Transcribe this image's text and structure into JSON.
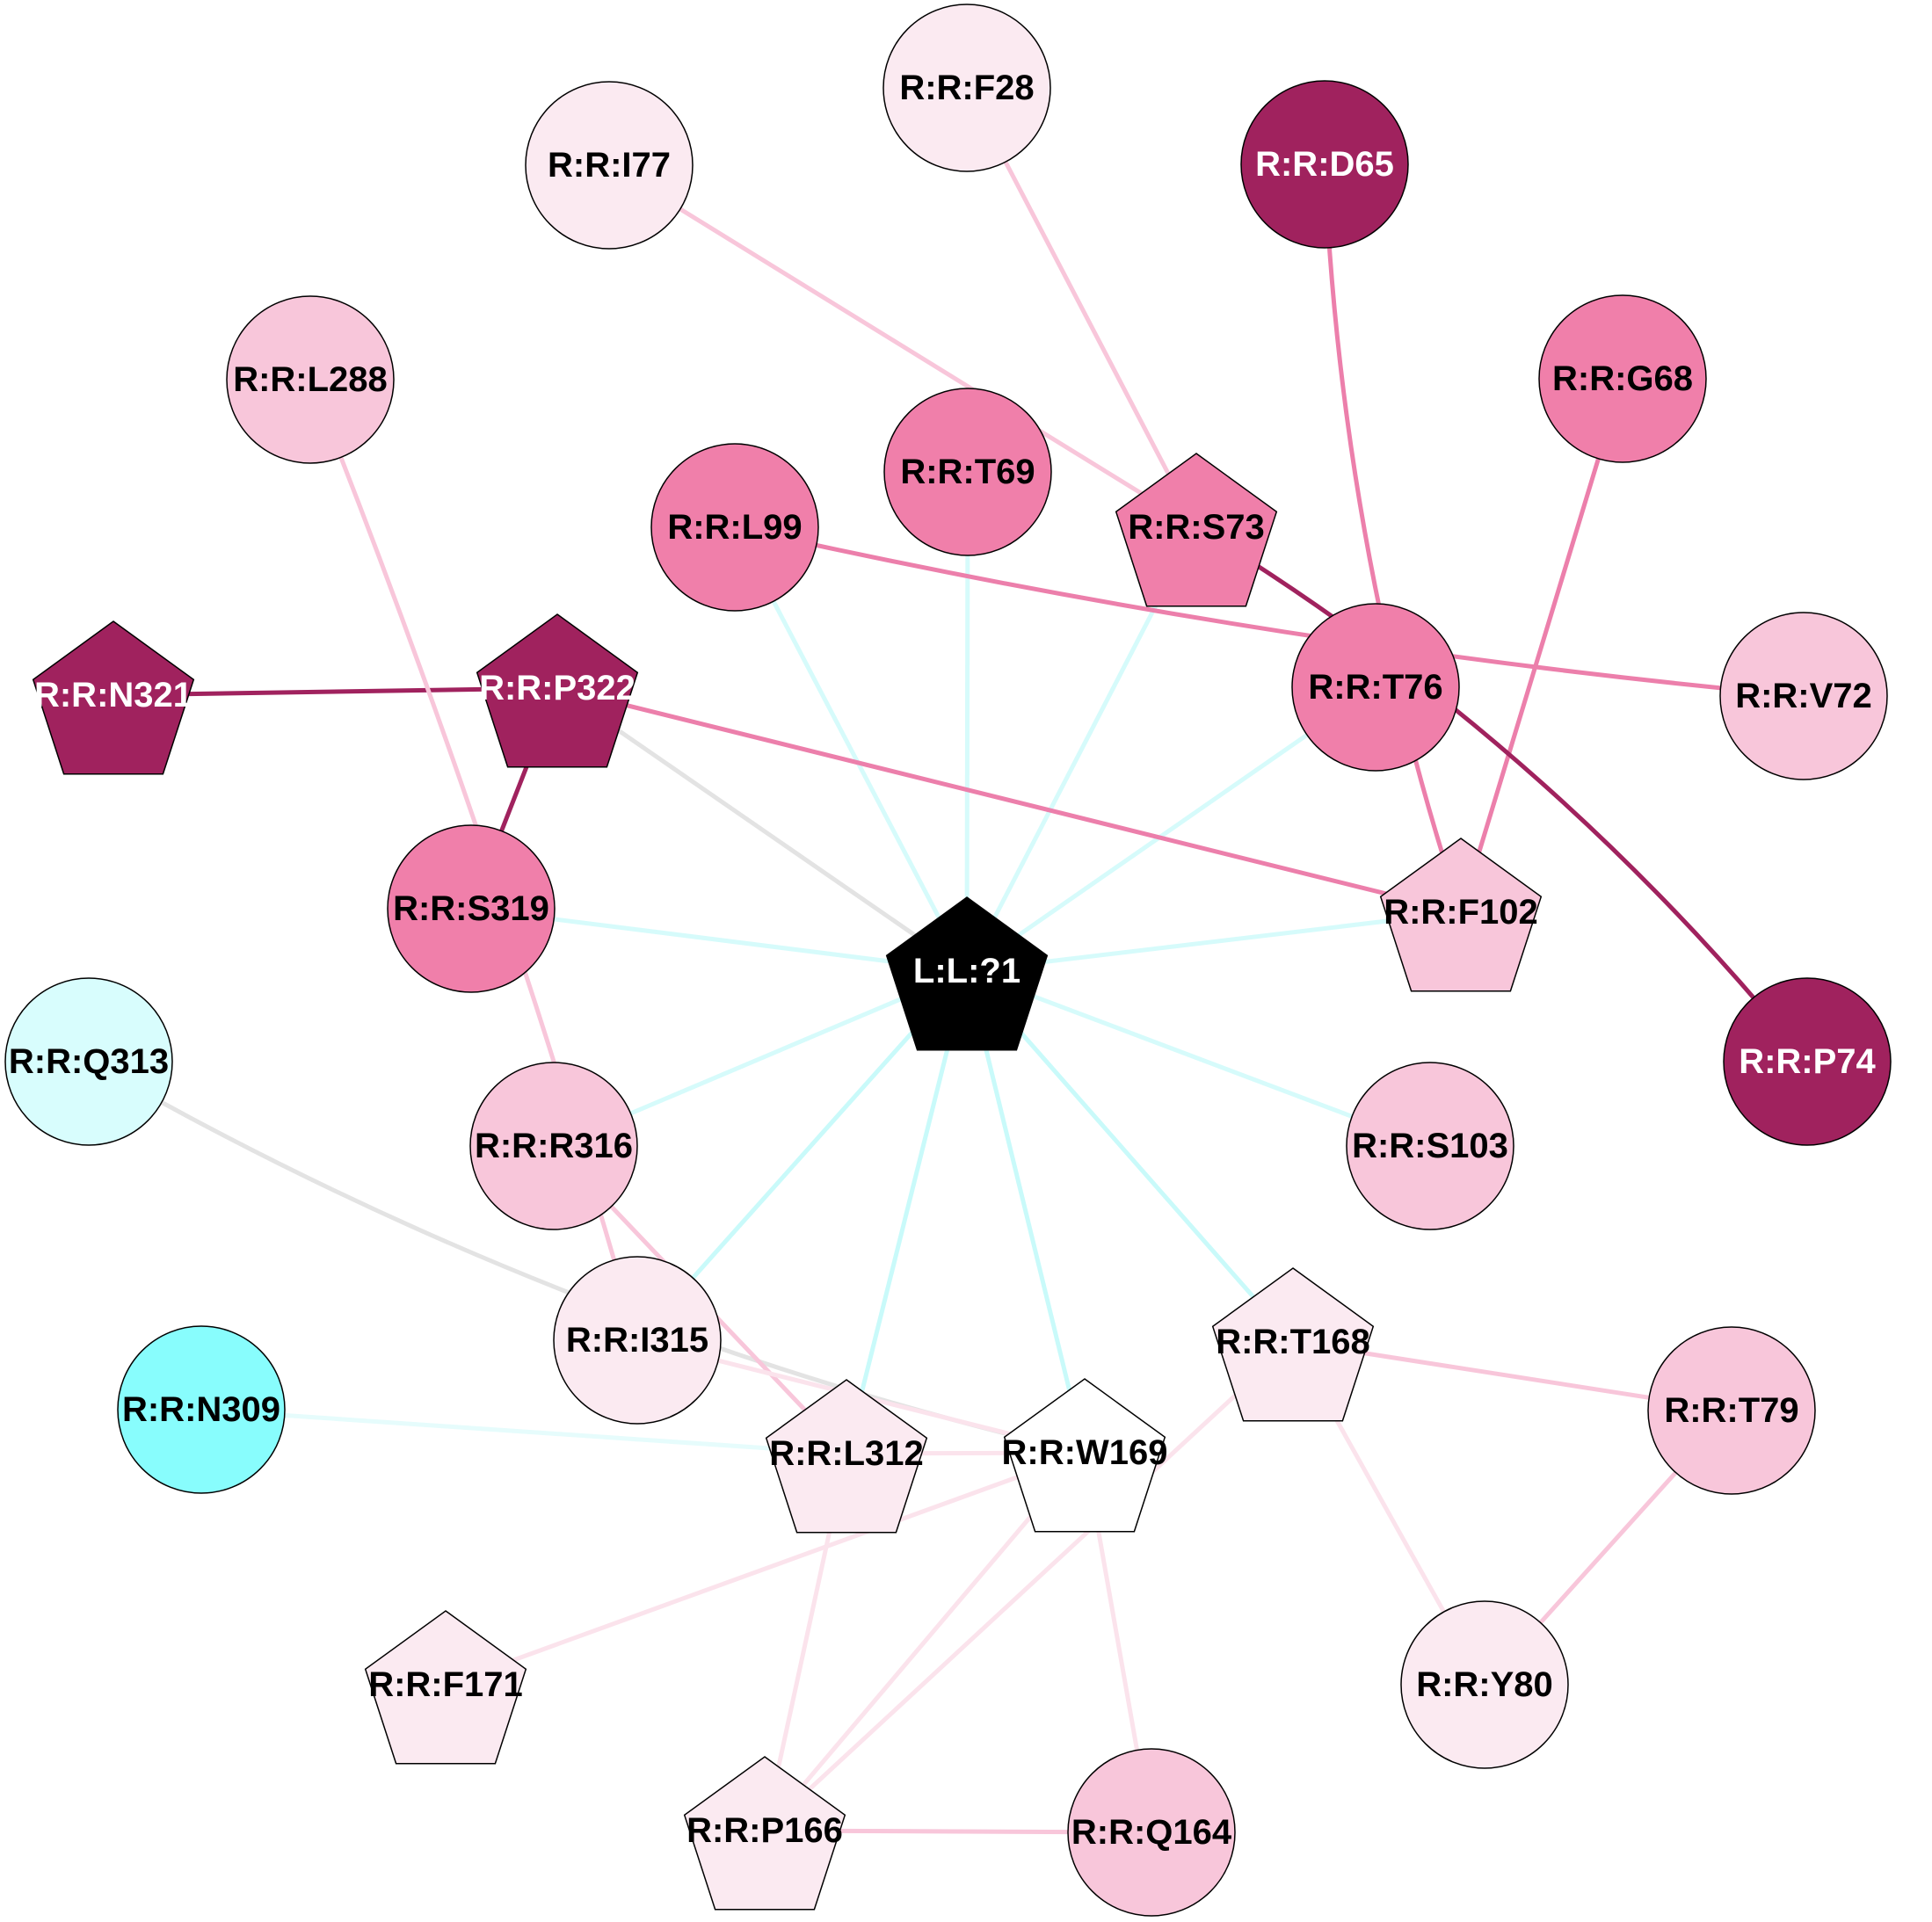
{
  "colors": {
    "black": "#000000",
    "dark_magenta": "#a0225e",
    "mid_pink": "#f07faa",
    "light_pink": "#f8c6da",
    "pale_pink": "#fbeaf1",
    "white": "#ffffff",
    "light_cyan": "#d8fdfd",
    "cyan": "#88fdfd",
    "grey_edge": "#e3e3e3",
    "cyan_edge": "#d6fbfb"
  },
  "nodes": [
    {
      "id": "L:L:?1",
      "label": "L:L:?1",
      "shape": "pentagon",
      "fill": "#000000",
      "text": "#ffffff"
    },
    {
      "id": "R:R:F28",
      "label": "R:R:F28",
      "shape": "circle",
      "fill": "#fbeaf1",
      "text": "#000000"
    },
    {
      "id": "R:R:I77",
      "label": "R:R:I77",
      "shape": "circle",
      "fill": "#fbeaf1",
      "text": "#000000"
    },
    {
      "id": "R:R:D65",
      "label": "R:R:D65",
      "shape": "circle",
      "fill": "#a0225e",
      "text": "#ffffff"
    },
    {
      "id": "R:R:L288",
      "label": "R:R:L288",
      "shape": "circle",
      "fill": "#f8c6da",
      "text": "#000000"
    },
    {
      "id": "R:R:G68",
      "label": "R:R:G68",
      "shape": "circle",
      "fill": "#f07faa",
      "text": "#000000"
    },
    {
      "id": "R:R:T69",
      "label": "R:R:T69",
      "shape": "circle",
      "fill": "#f07faa",
      "text": "#000000"
    },
    {
      "id": "R:R:S73",
      "label": "R:R:S73",
      "shape": "pentagon",
      "fill": "#f07faa",
      "text": "#000000"
    },
    {
      "id": "R:R:L99",
      "label": "R:R:L99",
      "shape": "circle",
      "fill": "#f07faa",
      "text": "#000000"
    },
    {
      "id": "R:R:N321",
      "label": "R:R:N321",
      "shape": "pentagon",
      "fill": "#a0225e",
      "text": "#ffffff"
    },
    {
      "id": "R:R:P322",
      "label": "R:R:P322",
      "shape": "pentagon",
      "fill": "#a0225e",
      "text": "#ffffff"
    },
    {
      "id": "R:R:T76",
      "label": "R:R:T76",
      "shape": "circle",
      "fill": "#f07faa",
      "text": "#000000"
    },
    {
      "id": "R:R:V72",
      "label": "R:R:V72",
      "shape": "circle",
      "fill": "#f8c6da",
      "text": "#000000"
    },
    {
      "id": "R:R:S319",
      "label": "R:R:S319",
      "shape": "circle",
      "fill": "#f07faa",
      "text": "#000000"
    },
    {
      "id": "R:R:F102",
      "label": "R:R:F102",
      "shape": "pentagon",
      "fill": "#f8c6da",
      "text": "#000000"
    },
    {
      "id": "R:R:P74",
      "label": "R:R:P74",
      "shape": "circle",
      "fill": "#a0225e",
      "text": "#ffffff"
    },
    {
      "id": "R:R:Q313",
      "label": "R:R:Q313",
      "shape": "circle",
      "fill": "#d8fdfd",
      "text": "#000000"
    },
    {
      "id": "R:R:R316",
      "label": "R:R:R316",
      "shape": "circle",
      "fill": "#f8c6da",
      "text": "#000000"
    },
    {
      "id": "R:R:S103",
      "label": "R:R:S103",
      "shape": "circle",
      "fill": "#f8c6da",
      "text": "#000000"
    },
    {
      "id": "R:R:I315",
      "label": "R:R:I315",
      "shape": "circle",
      "fill": "#fbeaf1",
      "text": "#000000"
    },
    {
      "id": "R:R:T168",
      "label": "R:R:T168",
      "shape": "pentagon",
      "fill": "#fbeaf1",
      "text": "#000000"
    },
    {
      "id": "R:R:N309",
      "label": "R:R:N309",
      "shape": "circle",
      "fill": "#88fdfd",
      "text": "#000000"
    },
    {
      "id": "R:R:L312",
      "label": "R:R:L312",
      "shape": "pentagon",
      "fill": "#fbeaf1",
      "text": "#000000"
    },
    {
      "id": "R:R:W169",
      "label": "R:R:W169",
      "shape": "pentagon",
      "fill": "#ffffff",
      "text": "#000000"
    },
    {
      "id": "R:R:T79",
      "label": "R:R:T79",
      "shape": "circle",
      "fill": "#f8c6da",
      "text": "#000000"
    },
    {
      "id": "R:R:F171",
      "label": "R:R:F171",
      "shape": "pentagon",
      "fill": "#fbeaf1",
      "text": "#000000"
    },
    {
      "id": "R:R:Y80",
      "label": "R:R:Y80",
      "shape": "circle",
      "fill": "#fbeaf1",
      "text": "#000000"
    },
    {
      "id": "R:R:P166",
      "label": "R:R:P166",
      "shape": "pentagon",
      "fill": "#fbeaf1",
      "text": "#000000"
    },
    {
      "id": "R:R:Q164",
      "label": "R:R:Q164",
      "shape": "circle",
      "fill": "#f8c6da",
      "text": "#000000"
    }
  ],
  "edges": [
    {
      "from": "L:L:?1",
      "to": "R:R:L99",
      "color": "#d6fbfb"
    },
    {
      "from": "L:L:?1",
      "to": "R:R:T69",
      "color": "#d6fbfb"
    },
    {
      "from": "L:L:?1",
      "to": "R:R:S73",
      "color": "#d6fbfb"
    },
    {
      "from": "L:L:?1",
      "to": "R:R:T76",
      "color": "#d6fbfb"
    },
    {
      "from": "L:L:?1",
      "to": "R:R:F102",
      "color": "#d6fbfb"
    },
    {
      "from": "L:L:?1",
      "to": "R:R:S103",
      "color": "#d6fbfb"
    },
    {
      "from": "L:L:?1",
      "to": "R:R:T168",
      "color": "#c9fafa"
    },
    {
      "from": "L:L:?1",
      "to": "R:R:W169",
      "color": "#c9fafa"
    },
    {
      "from": "L:L:?1",
      "to": "R:R:L312",
      "color": "#c9fafa"
    },
    {
      "from": "L:L:?1",
      "to": "R:R:I315",
      "color": "#c9fafa"
    },
    {
      "from": "L:L:?1",
      "to": "R:R:R316",
      "color": "#d6fbfb"
    },
    {
      "from": "L:L:?1",
      "to": "R:R:S319",
      "color": "#d6fbfb"
    },
    {
      "from": "L:L:?1",
      "to": "R:R:P322",
      "color": "#e3e3e3"
    },
    {
      "from": "R:R:I77",
      "to": "R:R:S73",
      "color": "#f8c6da"
    },
    {
      "from": "R:R:F28",
      "to": "R:R:S73",
      "color": "#f8c6da"
    },
    {
      "from": "R:R:D65",
      "to": "R:R:F102",
      "color": "#ec7fab"
    },
    {
      "from": "R:R:G68",
      "to": "R:R:F102",
      "color": "#ec7fab"
    },
    {
      "from": "R:R:S73",
      "to": "R:R:P74",
      "color": "#a0225e"
    },
    {
      "from": "R:R:L99",
      "to": "R:R:V72",
      "color": "#ec7fab"
    },
    {
      "from": "R:R:N321",
      "to": "R:R:P322",
      "color": "#a0225e"
    },
    {
      "from": "R:R:P322",
      "to": "R:R:S319",
      "color": "#a0225e"
    },
    {
      "from": "R:R:P322",
      "to": "R:R:F102",
      "color": "#ec7fab"
    },
    {
      "from": "R:R:L288",
      "to": "R:R:I315",
      "color": "#f8c6da"
    },
    {
      "from": "R:R:Q313",
      "to": "R:R:W169",
      "color": "#e3e3e3"
    },
    {
      "from": "R:R:R316",
      "to": "R:R:L312",
      "color": "#f8c6da"
    },
    {
      "from": "R:R:I315",
      "to": "R:R:W169",
      "color": "#fbe3ec"
    },
    {
      "from": "R:R:N309",
      "to": "R:R:L312",
      "color": "#e6fcfc"
    },
    {
      "from": "R:R:L312",
      "to": "R:R:W169",
      "color": "#fbe3ec"
    },
    {
      "from": "R:R:T168",
      "to": "R:R:T79",
      "color": "#f8c6da"
    },
    {
      "from": "R:R:T168",
      "to": "R:R:Y80",
      "color": "#fbe3ec"
    },
    {
      "from": "R:R:T168",
      "to": "R:R:P166",
      "color": "#fbe3ec"
    },
    {
      "from": "R:R:T79",
      "to": "R:R:Y80",
      "color": "#f8c6da"
    },
    {
      "from": "R:R:W169",
      "to": "R:R:F171",
      "color": "#fbe3ec"
    },
    {
      "from": "R:R:W169",
      "to": "R:R:P166",
      "color": "#fbe3ec"
    },
    {
      "from": "R:R:W169",
      "to": "R:R:Q164",
      "color": "#fbe3ec"
    },
    {
      "from": "R:R:L312",
      "to": "R:R:P166",
      "color": "#fbe3ec"
    },
    {
      "from": "R:R:P166",
      "to": "R:R:Q164",
      "color": "#f8c6da"
    }
  ]
}
